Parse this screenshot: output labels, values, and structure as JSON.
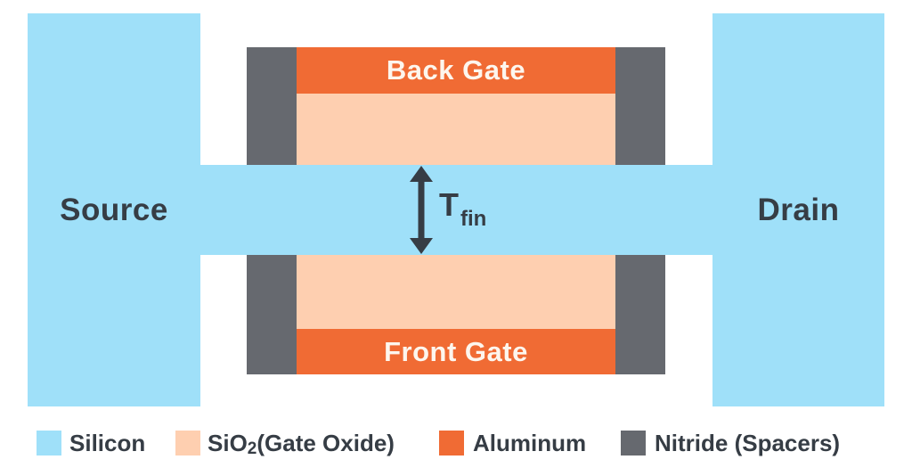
{
  "colors": {
    "background": "#ffffff",
    "silicon": "#9fe0f9",
    "sio2": "#fecfb0",
    "aluminum": "#f06b34",
    "nitride": "#66696f",
    "text_dark": "#363d45",
    "text_light": "#fdf6ee"
  },
  "diagram": {
    "source_label": "Source",
    "drain_label": "Drain",
    "back_gate_label": "Back Gate",
    "front_gate_label": "Front Gate",
    "fin_thickness": {
      "symbol": "T",
      "subscript": "fin"
    }
  },
  "legend": {
    "items": [
      {
        "name": "silicon",
        "label": "Silicon"
      },
      {
        "name": "sio2",
        "prefix": "SiO",
        "sub": "2",
        "suffix": " (Gate Oxide)"
      },
      {
        "name": "aluminum",
        "label": "Aluminum"
      },
      {
        "name": "nitride",
        "label": "Nitride (Spacers)"
      }
    ]
  }
}
